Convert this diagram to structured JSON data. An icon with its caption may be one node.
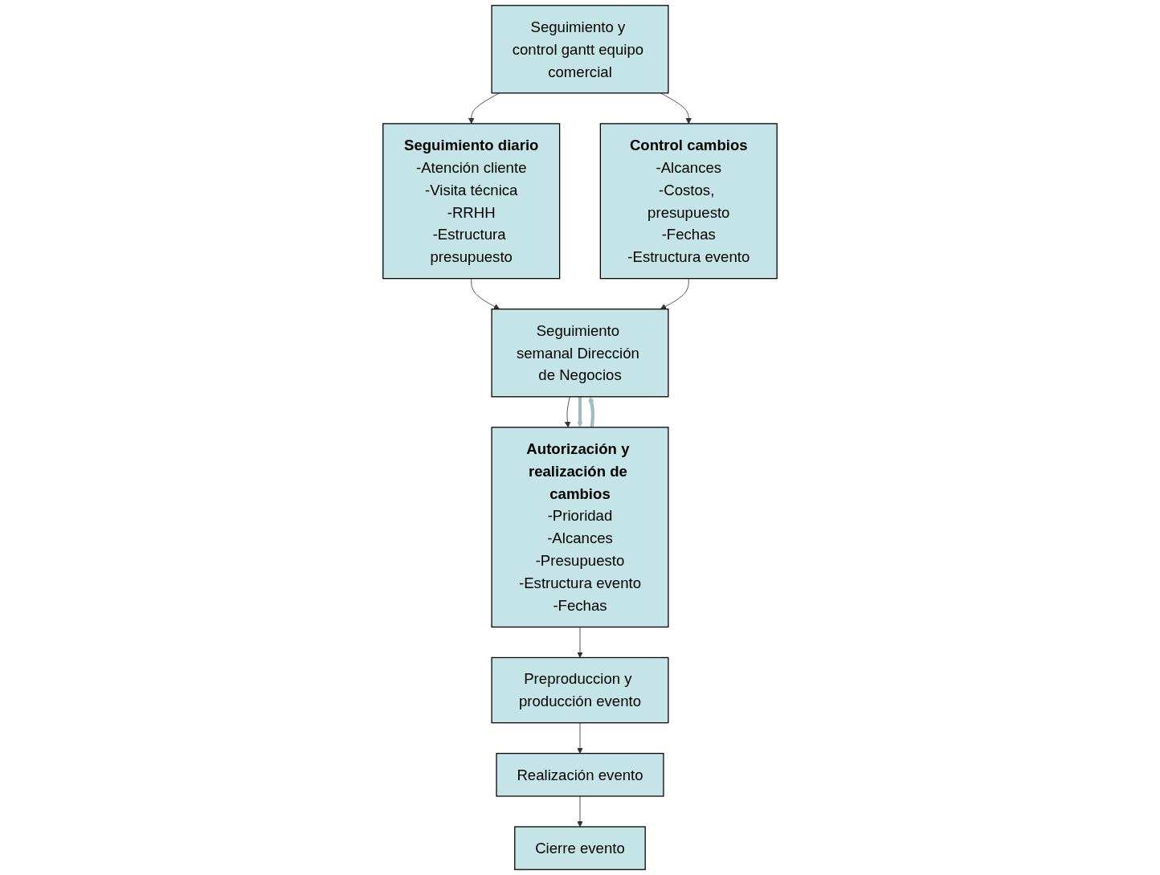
{
  "diagram": {
    "nodes": [
      {
        "text": [
          "Seguimiento y control gantt equipo comercial"
        ]
      },
      {
        "text": [
          "Seguimiento diario",
          "-Atención cliente",
          "-Visita técnica",
          "-RRHH",
          "-Estructura presupuesto"
        ]
      },
      {
        "text": [
          "Control cambios",
          "-Alcances",
          "-Costos, presupuesto",
          "-Fechas",
          "-Estructura evento"
        ]
      },
      {
        "text": [
          "Seguimiento semanal Dirección de Negocios"
        ]
      },
      {
        "text": [
          "Autorización y realización de cambios",
          "-Prioridad",
          "-Alcances",
          "-Presupuesto",
          "-Estructura evento",
          "-Fechas"
        ]
      },
      {
        "text": [
          "Preproduccion y producción evento"
        ]
      },
      {
        "text": [
          "Realización evento"
        ]
      },
      {
        "text": [
          "Cierre evento"
        ]
      }
    ],
    "edges": [
      {
        "from": 0,
        "to": 1,
        "arrow": "to"
      },
      {
        "from": 0,
        "to": 2,
        "arrow": "to"
      },
      {
        "from": 1,
        "to": 3,
        "arrow": "to"
      },
      {
        "from": 2,
        "to": 3,
        "arrow": "to"
      },
      {
        "from": 3,
        "to": 4,
        "arrow": "to"
      },
      {
        "from": 3,
        "to": 4,
        "arrow": "to",
        "style": "thick",
        "color": "#9fbcc2"
      },
      {
        "from": 4,
        "to": 3,
        "arrow": "to",
        "style": "thick",
        "color": "#9fbcc2"
      },
      {
        "from": 4,
        "to": 5,
        "arrow": "to"
      },
      {
        "from": 5,
        "to": 6,
        "arrow": "to"
      },
      {
        "from": 6,
        "to": 7,
        "arrow": "to"
      }
    ]
  }
}
